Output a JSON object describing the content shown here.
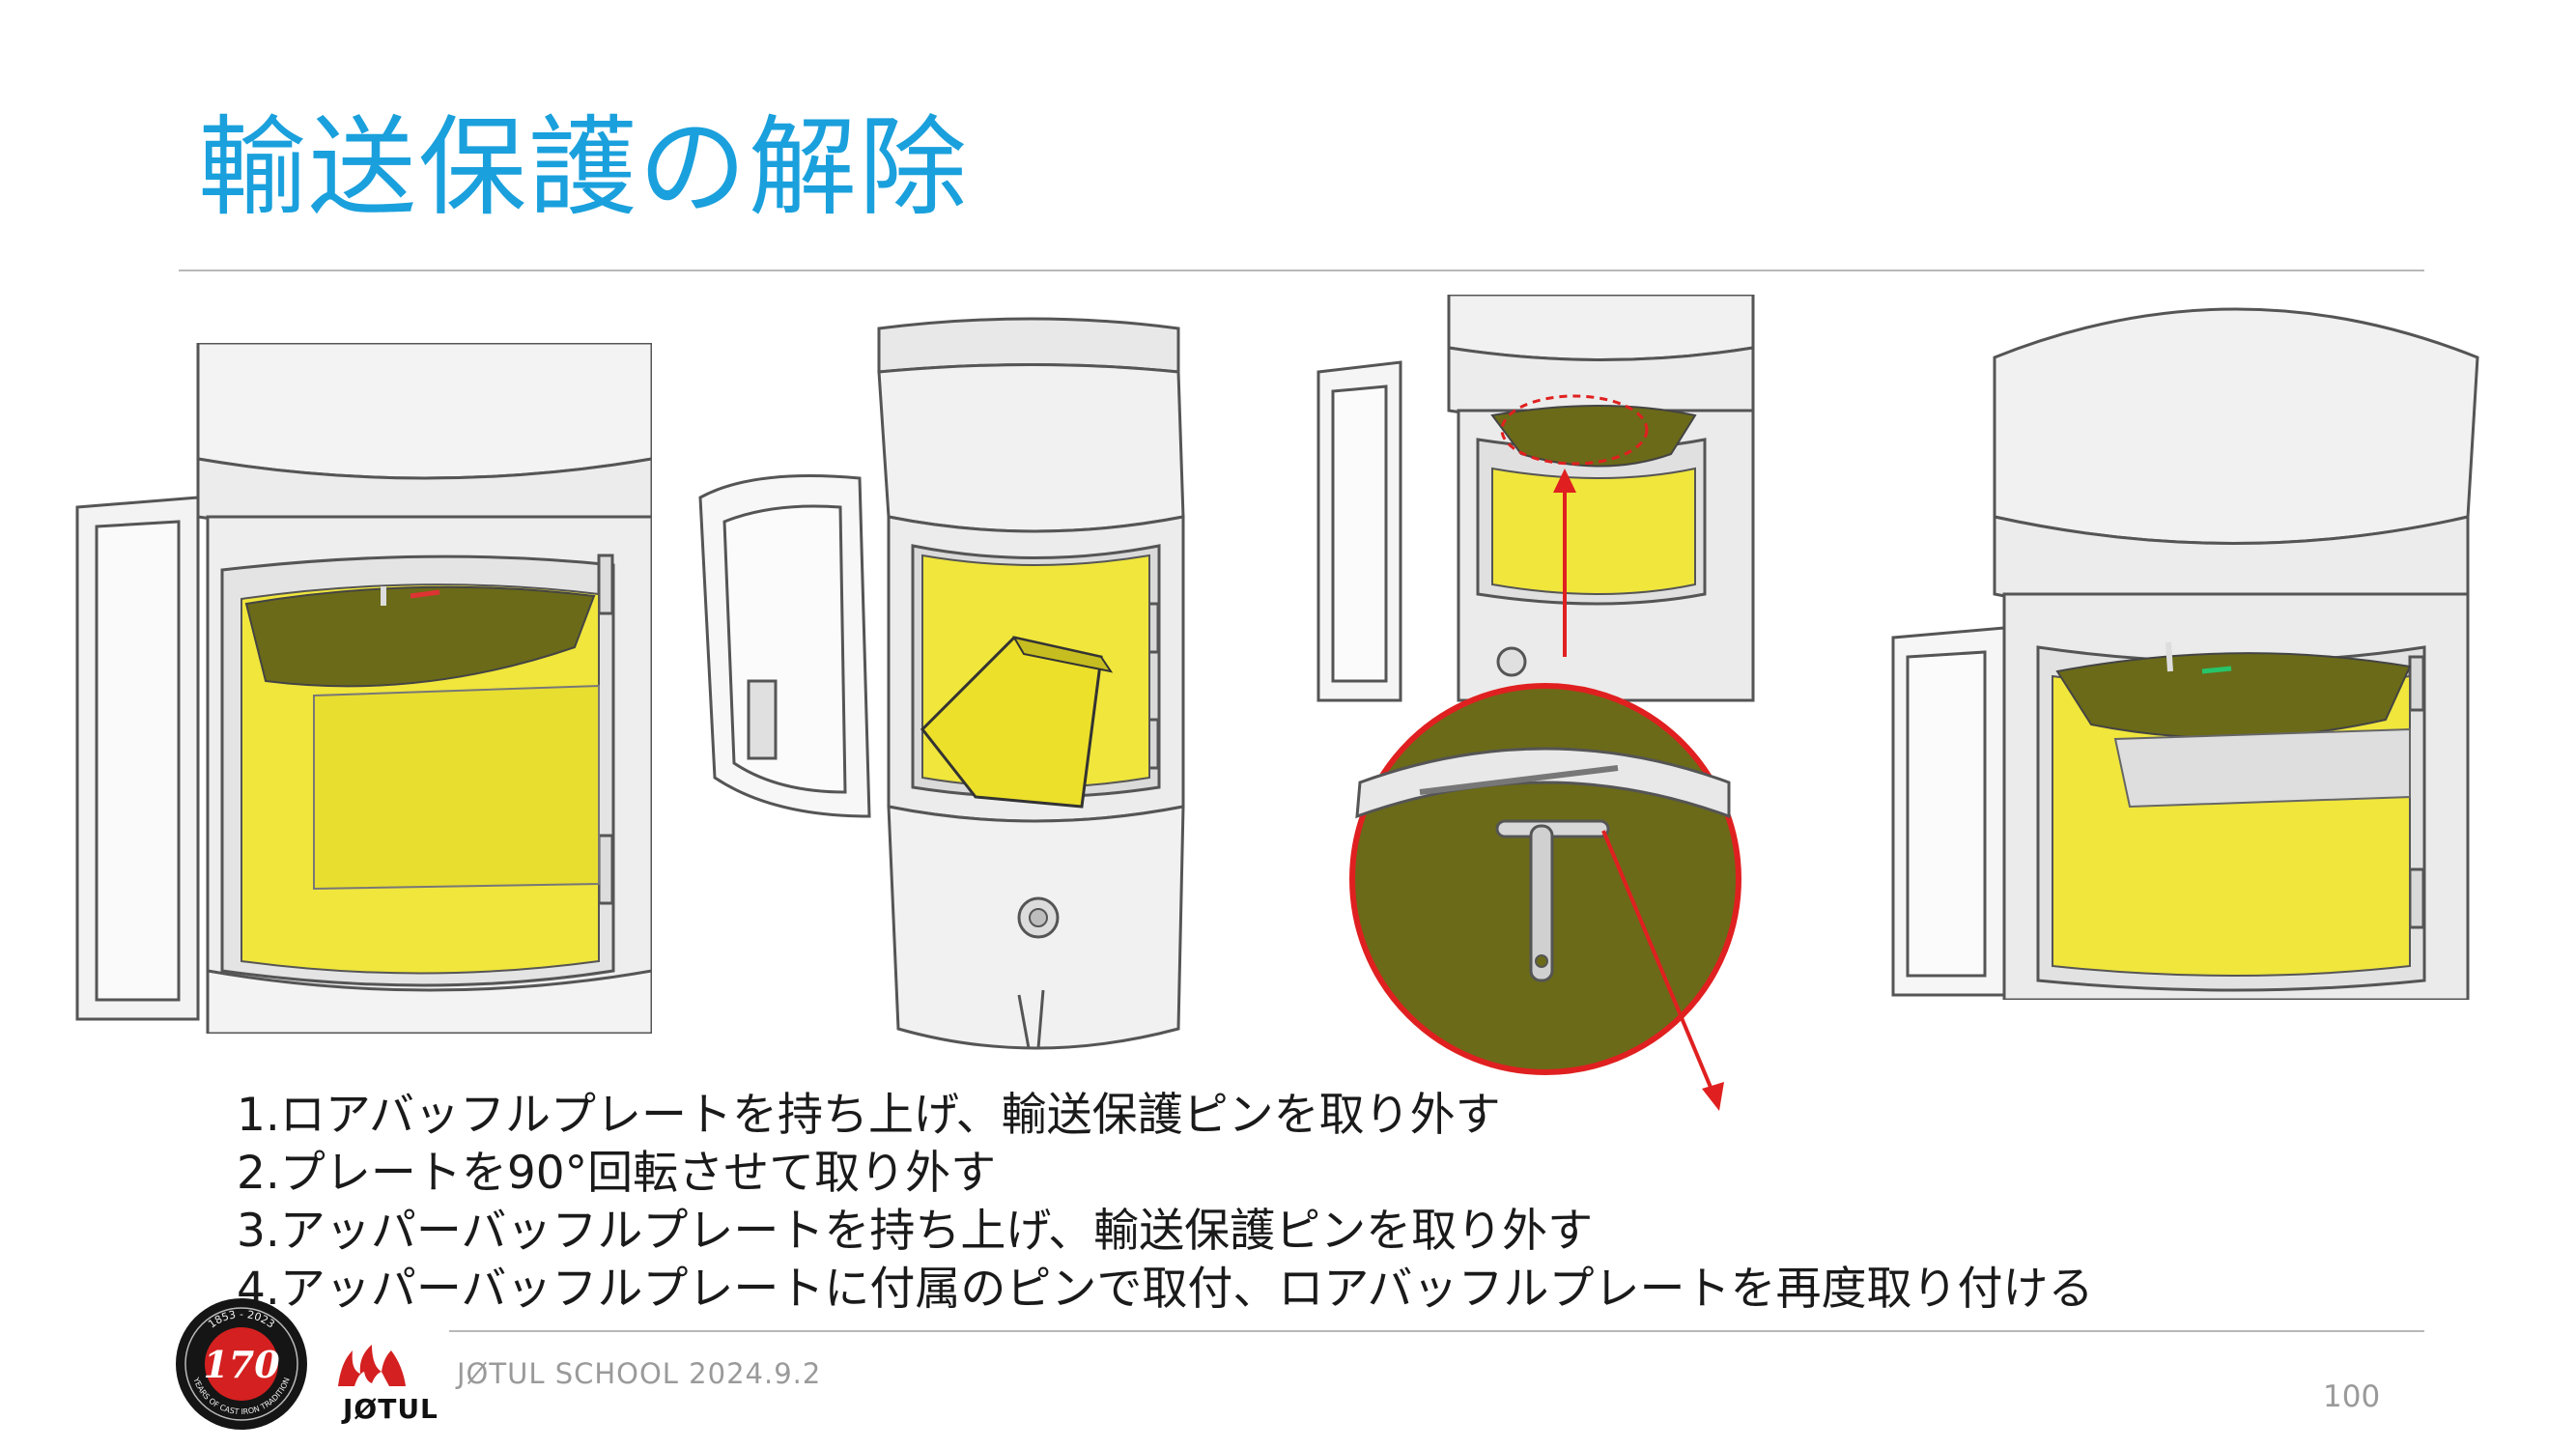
{
  "slide": {
    "title": "輸送保護の解除",
    "steps": [
      "1.ロアバッフルプレートを持ち上げ、輸送保護ピンを取り外す",
      "2.プレートを90°回転させて取り外す",
      "3.アッパーバッフルプレートを持ち上げ、輸送保護ピンを取り外す",
      "4.アッパーバッフルプレートに付属のピンで取付、ロアバッフルプレートを再度取り付ける"
    ],
    "footer_text": "JØTUL SCHOOL 2024.9.2",
    "page_number": "100"
  },
  "logo": {
    "seal_years": "1853 - 2023",
    "seal_number": "170",
    "seal_ring_text": "YEARS OF CAST IRON TRADITION",
    "brand_name": "JØTUL"
  },
  "colors": {
    "title": "#1aa0dc",
    "baffle_yellow": "#f0e63c",
    "baffle_olive": "#6b6a18",
    "arrow_red": "#e02020",
    "brand_red": "#d42020",
    "seal_dark": "#151515"
  }
}
